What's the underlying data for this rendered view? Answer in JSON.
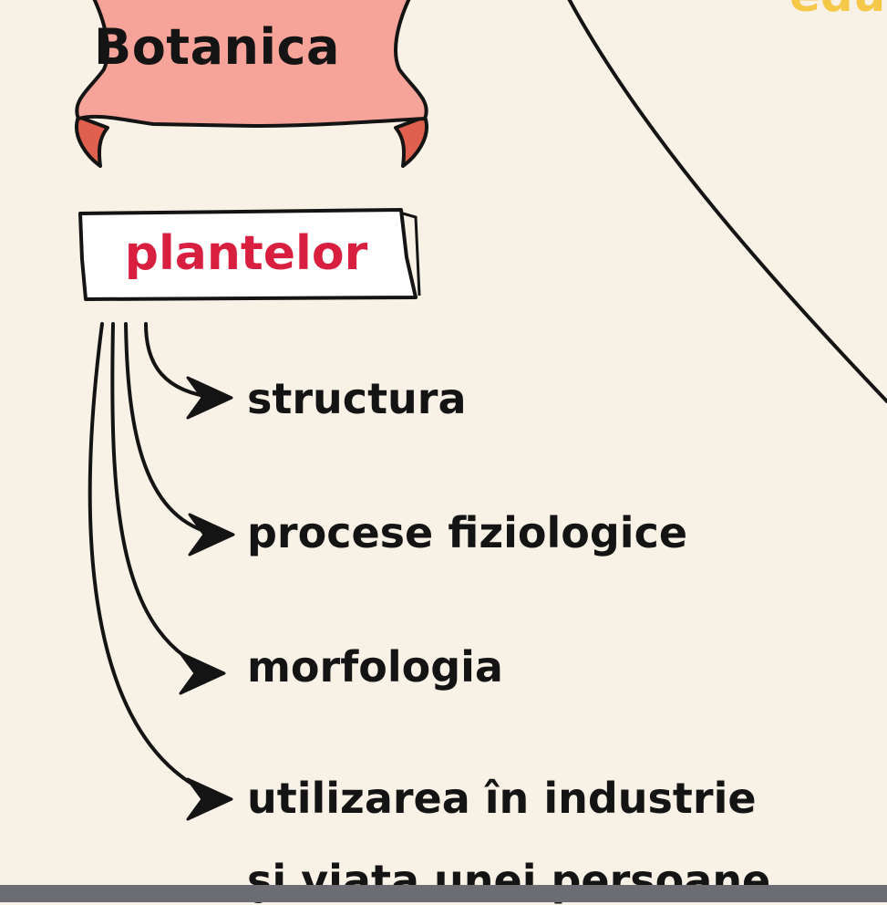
{
  "diagram": {
    "title": "Botanica",
    "subject": "plantelor",
    "branches": [
      {
        "label": "structura"
      },
      {
        "label": "procese fiziologice"
      },
      {
        "label": "morfologia"
      },
      {
        "label": "utilizarea în industrie",
        "continuation": "şi viata unei persoane"
      }
    ]
  },
  "brand": {
    "text": "edu"
  },
  "colors": {
    "background": "#f7f1e6",
    "banner_fill": "#f6a399",
    "banner_ends": "#e0604f",
    "subject_text": "#d81f3f",
    "ink": "#141414",
    "brand": "#f5c84a",
    "bottom_bar": "#6b6d72"
  }
}
